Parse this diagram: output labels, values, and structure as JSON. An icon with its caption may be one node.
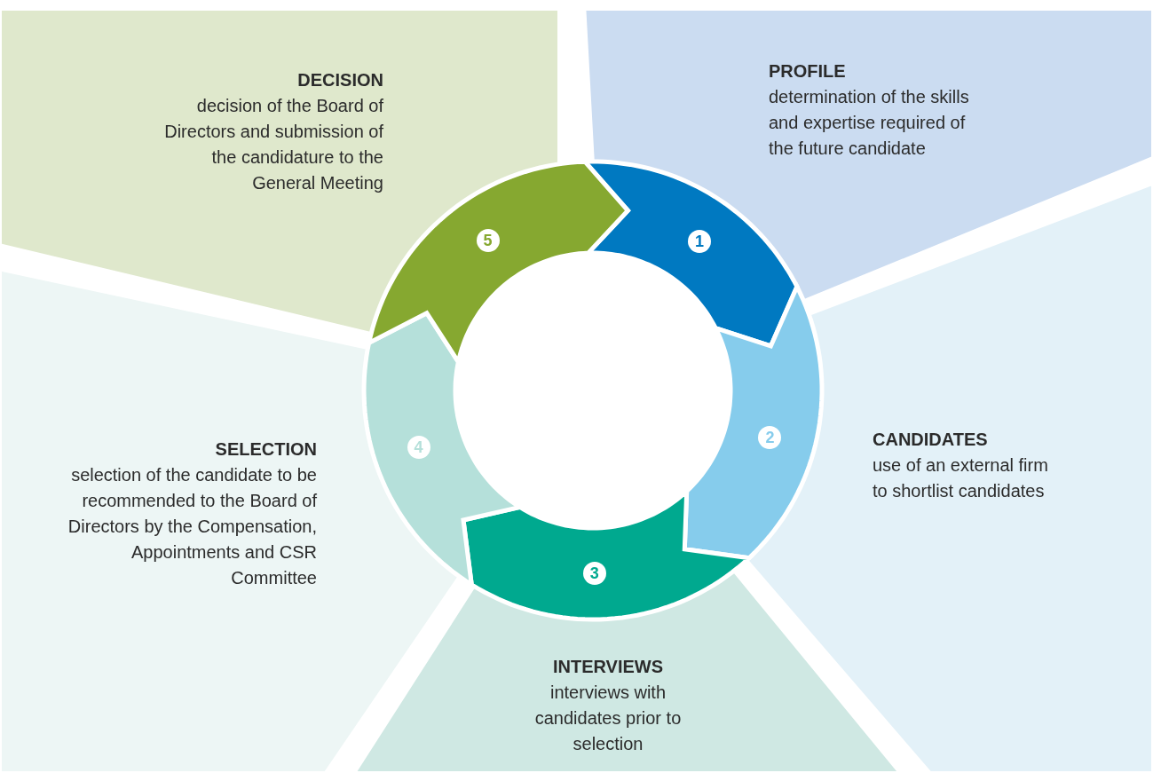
{
  "diagram": {
    "nodes": [
      {
        "text": [
          "PROFILE",
          "determination of the skills and expertise required of the future candidate"
        ]
      },
      {
        "text": [
          "DECISION",
          "decision of the Board of Directors and submission of the candidature to the General Meeting"
        ]
      },
      {
        "text": [
          "CANDIDATES",
          "use of an external firm to shortlist candidates"
        ]
      },
      {
        "text": [
          "SELECTION",
          "selection of the candidate to be recommended to the Board of Directors by the Compensation, Appointments and CSR Committee"
        ]
      },
      {
        "text": [
          "INTERVIEWS",
          "interviews with candidates prior to selection"
        ]
      },
      {
        "text": [
          "1"
        ]
      },
      {
        "text": [
          "2"
        ]
      },
      {
        "text": [
          "3"
        ]
      },
      {
        "text": [
          "4"
        ]
      },
      {
        "text": [
          "5"
        ]
      }
    ]
  }
}
